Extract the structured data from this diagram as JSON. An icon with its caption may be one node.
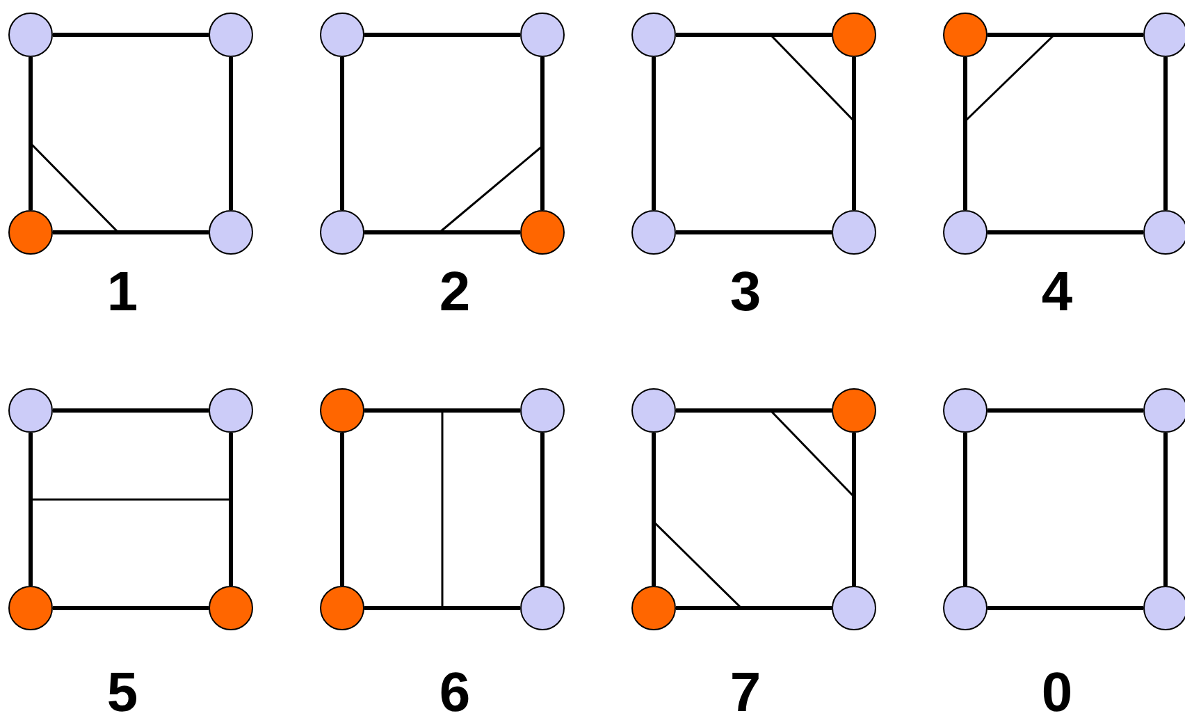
{
  "diagram": {
    "nodes": [
      {
        "text": [],
        "shape": "circle"
      },
      {
        "text": [],
        "shape": "circle"
      },
      {
        "text": [],
        "shape": "circle"
      },
      {
        "text": [],
        "shape": "circle"
      },
      {
        "text": [],
        "shape": "circle"
      },
      {
        "text": [],
        "shape": "circle"
      },
      {
        "text": [],
        "shape": "circle"
      },
      {
        "text": [],
        "shape": "circle"
      },
      {
        "text": [],
        "shape": "circle"
      },
      {
        "text": [],
        "shape": "circle"
      },
      {
        "text": [],
        "shape": "circle"
      },
      {
        "text": [],
        "shape": "circle"
      },
      {
        "text": [],
        "shape": "circle"
      },
      {
        "text": [],
        "shape": "circle"
      },
      {
        "text": [],
        "shape": "circle"
      },
      {
        "text": [],
        "shape": "circle"
      },
      {
        "text": [],
        "shape": "circle"
      },
      {
        "text": [],
        "shape": "circle"
      },
      {
        "text": [],
        "shape": "circle"
      },
      {
        "text": [],
        "shape": "circle"
      },
      {
        "text": [],
        "shape": "circle"
      },
      {
        "text": [],
        "shape": "circle"
      },
      {
        "text": [],
        "shape": "circle"
      },
      {
        "text": [],
        "shape": "circle"
      },
      {
        "text": [],
        "shape": "circle"
      },
      {
        "text": [],
        "shape": "circle"
      },
      {
        "text": [],
        "shape": "circle"
      },
      {
        "text": [],
        "shape": "circle"
      },
      {
        "text": [],
        "shape": "circle"
      },
      {
        "text": [],
        "shape": "circle"
      },
      {
        "text": [],
        "shape": "circle"
      },
      {
        "text": [],
        "shape": "circle"
      }
    ],
    "edges": [
      {
        "from": 0,
        "to": 1,
        "arrow": "none"
      },
      {
        "from": 1,
        "to": 3,
        "arrow": "none"
      },
      {
        "from": 3,
        "to": 2,
        "arrow": "none"
      },
      {
        "from": 2,
        "to": 0,
        "arrow": "none"
      },
      {
        "from": 4,
        "to": 5,
        "arrow": "none"
      },
      {
        "from": 5,
        "to": 7,
        "arrow": "none"
      },
      {
        "from": 7,
        "to": 6,
        "arrow": "none"
      },
      {
        "from": 6,
        "to": 4,
        "arrow": "none"
      },
      {
        "from": 8,
        "to": 9,
        "arrow": "none"
      },
      {
        "from": 9,
        "to": 11,
        "arrow": "none"
      },
      {
        "from": 11,
        "to": 10,
        "arrow": "none"
      },
      {
        "from": 10,
        "to": 8,
        "arrow": "none"
      },
      {
        "from": 12,
        "to": 13,
        "arrow": "none"
      },
      {
        "from": 13,
        "to": 15,
        "arrow": "none"
      },
      {
        "from": 15,
        "to": 14,
        "arrow": "none"
      },
      {
        "from": 14,
        "to": 12,
        "arrow": "none"
      },
      {
        "from": 16,
        "to": 17,
        "arrow": "none"
      },
      {
        "from": 17,
        "to": 19,
        "arrow": "none"
      },
      {
        "from": 19,
        "to": 18,
        "arrow": "none"
      },
      {
        "from": 18,
        "to": 16,
        "arrow": "none"
      },
      {
        "from": 20,
        "to": 21,
        "arrow": "none"
      },
      {
        "from": 21,
        "to": 23,
        "arrow": "none"
      },
      {
        "from": 23,
        "to": 22,
        "arrow": "none"
      },
      {
        "from": 22,
        "to": 20,
        "arrow": "none"
      },
      {
        "from": 24,
        "to": 25,
        "arrow": "none"
      },
      {
        "from": 25,
        "to": 27,
        "arrow": "none"
      },
      {
        "from": 27,
        "to": 26,
        "arrow": "none"
      },
      {
        "from": 26,
        "to": 24,
        "arrow": "none"
      },
      {
        "from": 28,
        "to": 29,
        "arrow": "none"
      },
      {
        "from": 29,
        "to": 31,
        "arrow": "none"
      },
      {
        "from": 31,
        "to": 30,
        "arrow": "none"
      },
      {
        "from": 30,
        "to": 28,
        "arrow": "none"
      }
    ],
    "labels": [
      "1",
      "2",
      "3",
      "4",
      "5",
      "6",
      "7",
      "0"
    ]
  }
}
